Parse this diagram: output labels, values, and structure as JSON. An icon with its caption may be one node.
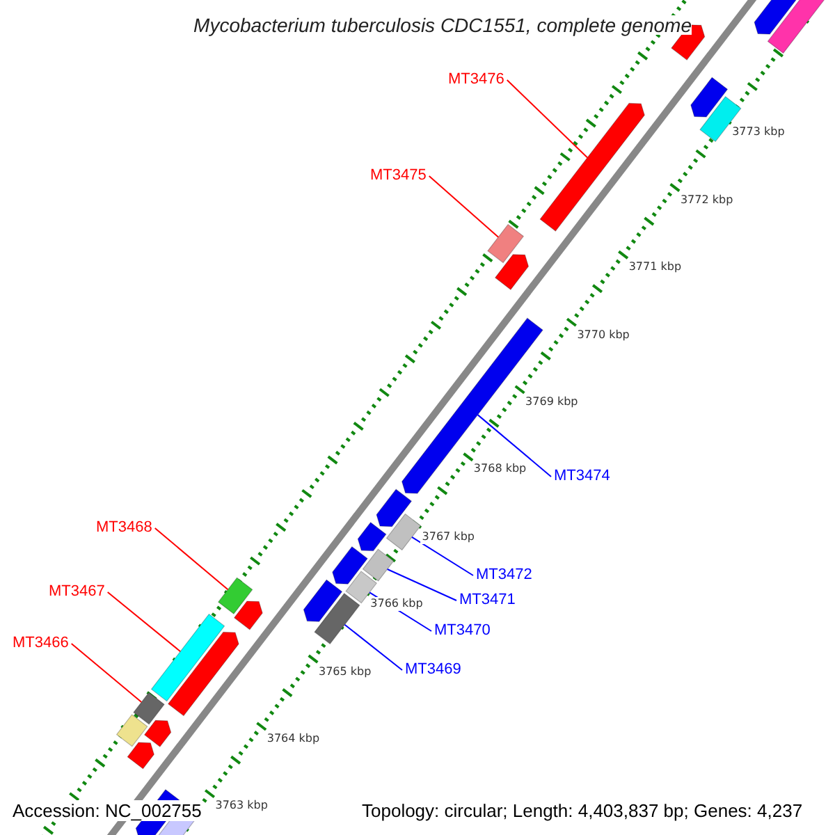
{
  "diagram": {
    "title": "Mycobacterium tuberculosis CDC1551, complete genome",
    "nodes": [
      {
        "text": [
          "MT3476"
        ]
      },
      {
        "text": [
          "MT3475"
        ]
      },
      {
        "text": [
          "MT3474"
        ]
      },
      {
        "text": [
          "MT3468"
        ]
      },
      {
        "text": [
          "MT3472"
        ]
      },
      {
        "text": [
          "MT3467"
        ]
      },
      {
        "text": [
          "MT3471"
        ]
      },
      {
        "text": [
          "MT3470"
        ]
      },
      {
        "text": [
          "MT3466"
        ]
      },
      {
        "text": [
          "MT3469"
        ]
      },
      {
        "text": [],
        "shape": "arrow"
      },
      {
        "text": [],
        "shape": "box"
      },
      {
        "text": [],
        "shape": "arrow"
      },
      {
        "text": [],
        "shape": "box"
      },
      {
        "text": [],
        "shape": "box"
      },
      {
        "text": [],
        "shape": "box"
      },
      {
        "text": [],
        "shape": "box"
      },
      {
        "text": [],
        "shape": "box"
      },
      {
        "text": [],
        "shape": "box"
      },
      {
        "text": [],
        "shape": "box"
      }
    ],
    "edges": [
      {
        "from": 0,
        "to": 10,
        "arrow": "none",
        "color": "#ff0000"
      },
      {
        "from": 1,
        "to": 11,
        "arrow": "none",
        "color": "#ff0000"
      },
      {
        "from": 2,
        "to": 12,
        "arrow": "none",
        "color": "#0000ff"
      },
      {
        "from": 3,
        "to": 16,
        "arrow": "none",
        "color": "#ff0000"
      },
      {
        "from": 4,
        "to": 13,
        "arrow": "none",
        "color": "#0000ff"
      },
      {
        "from": 5,
        "to": 18,
        "arrow": "none",
        "color": "#ff0000"
      },
      {
        "from": 6,
        "to": 14,
        "arrow": "none",
        "color": "#0000ff"
      },
      {
        "from": 7,
        "to": 15,
        "arrow": "none",
        "color": "#0000ff"
      },
      {
        "from": 8,
        "to": 19,
        "arrow": "none",
        "color": "#ff0000"
      },
      {
        "from": 9,
        "to": 17,
        "arrow": "none",
        "color": "#0000ff"
      }
    ],
    "labels": [
      "3773 kbp",
      "3772 kbp",
      "3771 kbp",
      "3770 kbp",
      "3769 kbp",
      "3768 kbp",
      "3767 kbp",
      "3766 kbp",
      "3765 kbp",
      "3764 kbp",
      "3763 kbp",
      "Accession: NC_002755",
      "Topology: circular; Length: 4,403,837 bp; Genes: 4,237"
    ]
  }
}
